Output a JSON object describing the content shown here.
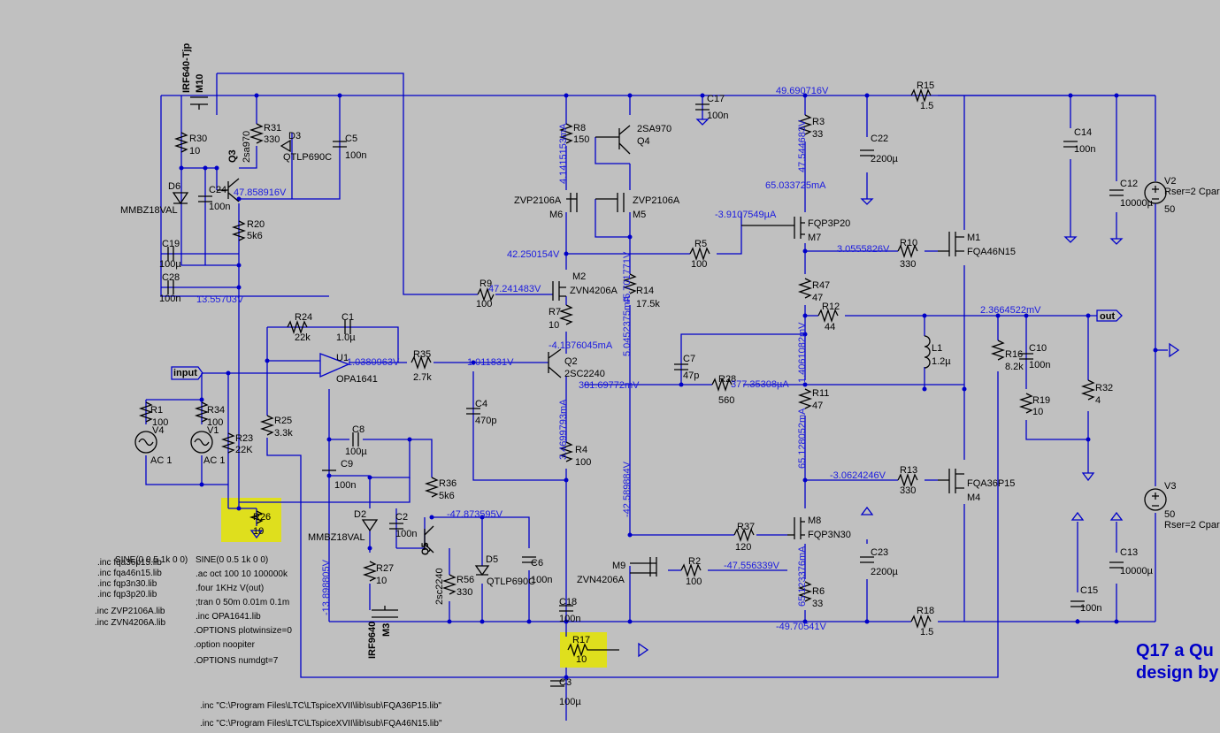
{
  "title_note": {
    "line1": "Q17 a Qu",
    "line2": "design by"
  },
  "net_labels": {
    "input": "input",
    "out": "out"
  },
  "components": {
    "M10": "M10",
    "M10_model": "IRF640-Tjp",
    "R30": "R30",
    "R30_v": "10",
    "R31": "R31",
    "R31_v": "330",
    "Q3": "Q3",
    "Q3_model": "2sa970",
    "D3": "D3",
    "D3_model": "QTLP690C",
    "C5": "C5",
    "C5_v": "100n",
    "D6": "D6",
    "D6_model": "MMBZ18VAL",
    "C24": "C24",
    "C24_v": "100n",
    "R20": "R20",
    "R20_v": "5k6",
    "C19": "C19",
    "C19_v": "100µ",
    "C28": "C28",
    "C28_v": "100n",
    "R24": "R24",
    "R24_v": "22k",
    "C1": "C1",
    "C1_v": "1.0µ",
    "U1": "U1",
    "U1_model": "OPA1641",
    "R35": "R35",
    "R35_v": "2.7k",
    "R1": "R1",
    "R1_v": "100",
    "R34": "R34",
    "R34_v": "100",
    "V4": "V4",
    "V4_v": "AC 1",
    "V1": "V1",
    "V1_v": "AC 1",
    "R23": "R23",
    "R23_v": "22K",
    "R25": "R25",
    "R25_v": "3.3k",
    "R26": "R26",
    "R26_v": "10",
    "C8": "C8",
    "C8_v": "100µ",
    "C9": "C9",
    "C9_v": "100n",
    "D2": "D2",
    "D2_model": "MMBZ18VAL",
    "C2": "C2",
    "C2_v": "100n",
    "R36": "R36",
    "R36_v": "5k6",
    "Q5": "Q5",
    "Q5_model": "2sc2240",
    "D5": "D5",
    "D5_model": "QTLP690C",
    "C6": "C6",
    "C6_v": "100n",
    "R27": "R27",
    "R27_v": "10",
    "R56": "R56",
    "R56_v": "330",
    "M3": "M3",
    "M3_model": "IRF9640",
    "R8": "R8",
    "R8_v": "150",
    "Q4": "Q4",
    "Q4_model": "2SA970",
    "M6": "M6",
    "M6_model": "ZVP2106A",
    "M5": "M5",
    "M5_model": "ZVP2106A",
    "M2": "M2",
    "M2_model": "ZVN4206A",
    "R9": "R9",
    "R9_v": "100",
    "R7": "R7",
    "R7_v": "10",
    "R14": "R14",
    "R14_v": "17.5k",
    "R5": "R5",
    "R5_v": "100",
    "Q2": "Q2",
    "Q2_model": "2SC2240",
    "C4": "C4",
    "C4_v": "470p",
    "R4": "R4",
    "R4_v": "100",
    "C7": "C7",
    "C7_v": "47p",
    "R28": "R28",
    "R28_v": "560",
    "R37": "R37",
    "R37_v": "120",
    "M9": "M9",
    "M9_model": "ZVN4206A",
    "R2": "R2",
    "R2_v": "100",
    "C18": "C18",
    "C18_v": "100n",
    "R17": "R17",
    "R17_v": "10",
    "C3": "C3",
    "C3_v": "100µ",
    "C17": "C17",
    "C17_v": "100n",
    "R3": "R3",
    "R3_v": "33",
    "C22": "C22",
    "C22_v": "2200µ",
    "M7": "M7",
    "M7_model": "FQP3P20",
    "R10": "R10",
    "R10_v": "330",
    "M1": "M1",
    "M1_model": "FQA46N15",
    "R47": "R47",
    "R47_v": "47",
    "R12": "R12",
    "R12_v": "44",
    "R11": "R11",
    "R11_v": "47",
    "L1": "L1",
    "L1_v": "1.2µ",
    "R16": "R16",
    "R16_v": "8.2k",
    "C10": "C10",
    "C10_v": "100n",
    "R19": "R19",
    "R19_v": "10",
    "R32": "R32",
    "R32_v": "4",
    "R13": "R13",
    "R13_v": "330",
    "M4": "M4",
    "M4_model": "FQA36P15",
    "M8": "M8",
    "M8_model": "FQP3N30",
    "C23": "C23",
    "C23_v": "2200µ",
    "R6": "R6",
    "R6_v": "33",
    "R15": "R15",
    "R15_v": "1.5",
    "R18": "R18",
    "R18_v": "1.5",
    "C14": "C14",
    "C14_v": "100n",
    "C12": "C12",
    "C12_v": "10000µ",
    "C15": "C15",
    "C15_v": "100n",
    "C13": "C13",
    "C13_v": "10000µ",
    "V2": "V2",
    "V2_v": "50",
    "V2_extra": "Rser=2 Cpar",
    "V3": "V3",
    "V3_v": "50",
    "V3_extra": "Rser=2 Cpar"
  },
  "op_values": {
    "v_rail_pos": "49.690716V",
    "v_q3c": "47.858916V",
    "v_c28": "13.55703V",
    "v_u1out": "1.0380963V",
    "v_q2b": "1.011831V",
    "v_m2d": "42.250154V",
    "v_r9": "47.241483V",
    "v_q2e": "-4.1376045mA",
    "i_r8": "4.1415153mA",
    "i_r14": "45.701771V",
    "i_r14b": "5.0452375mA",
    "v_q2c": "381.69772mV",
    "v_r28": "377.35308µA",
    "i_q2": "3.4699793mA",
    "v_m9": "-42.589884V",
    "v_q5c": "-47.873595V",
    "v_m1g": "3.0555826V",
    "i_m7": "-3.9107549µA",
    "i_r3": "65.033725mA",
    "i_r3v": "47.544683V",
    "v_out": "2.3664522mV",
    "v_r11": "1.4061082mV",
    "i_r11": "65.128052mA",
    "v_m4g": "-3.0624246V",
    "v_r2": "-47.556339V",
    "i_r6": "65.123376mA",
    "v_rail_neg": "-49.70541V",
    "v_left": "-13.898805V"
  },
  "directives": [
    "SINE(0 0.5 1k 0 0)",
    "SINE(0 0.5 1k 0 0)",
    ".inc fqa36p15.lib",
    ".inc fqa46n15.lib",
    ".inc fqp3n30.lib",
    ".inc fqp3p20.lib",
    ".inc ZVP2106A.lib",
    ".inc ZVN4206A.lib",
    ".ac oct 100 10 100000k",
    ".four 1KHz V(out)",
    ";tran 0 50m 0.01m 0.1m",
    ".inc OPA1641.lib",
    ".OPTIONS plotwinsize=0",
    ".option noopiter",
    ".OPTIONS numdgt=7",
    ".inc \"C:\\Program Files\\LTC\\LTspiceXVII\\lib\\sub\\FQA36P15.lib\"",
    ".inc \"C:\\Program Files\\LTC\\LTspiceXVII\\lib\\sub\\FQA46N15.lib\""
  ],
  "colors": {
    "background": "#c0c0c0",
    "wire": "#0000c8",
    "component": "#000000",
    "highlight": "#e4e400"
  }
}
